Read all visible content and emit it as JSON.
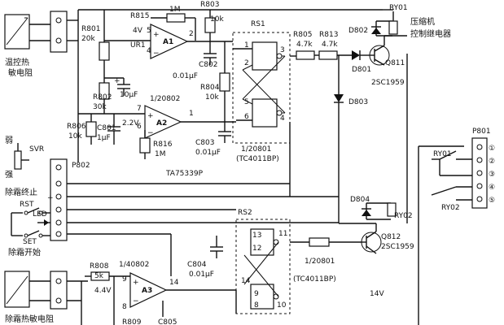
{
  "labels": {
    "r801": "R801",
    "r801v": "20k",
    "r815": "R815",
    "r815v": "1M",
    "r803": "R803",
    "r803v": "10k",
    "rs1": "RS1",
    "r805": "R805",
    "r805v": "4.7k",
    "r813": "R813",
    "r813v": "4.7k",
    "ry01": "RY01",
    "compressor": "压缩机",
    "relay_ctrl": "控制继电器",
    "d802": "D802",
    "d801": "D801",
    "q811": "Q811",
    "q811v": "2SC1959",
    "temp_thermistor_1": "温控热",
    "temp_thermistor_2": "敏电阻",
    "v4": "4V",
    "pin5": "5",
    "pin4": "4",
    "ur1": "UR1",
    "a1": "A1",
    "pin2": "2",
    "c802": "C802",
    "c802v": "0.01μF",
    "r804": "R804",
    "r804v": "10k",
    "r802": "R802",
    "r802v": "30k",
    "c10u": "10μF",
    "u2802": "1/20802",
    "pin7": "7",
    "pin6": "6",
    "pin1": "1",
    "v22": "2.2V",
    "a2": "A2",
    "r806": "R806",
    "r806v": "10k",
    "c801": "C801",
    "c801v": "1μF",
    "r816": "R816",
    "r816v": "1M",
    "c803": "C803",
    "c803v": "0.01μF",
    "ta": "TA75339P",
    "rs1_part": "1/20801",
    "rs1_ic": "(TC4011BP)",
    "rs1_p1": "1",
    "rs1_p2": "2",
    "rs1_p3": "3",
    "rs1_p4": "4",
    "rs1_p5": "5",
    "rs1_p6": "6",
    "d803": "D803",
    "weak": "弱",
    "strong": "强",
    "svr": "SVR",
    "p802": "P802",
    "defrost_end": "除霜终止",
    "rst": "RST",
    "led": "LED",
    "set": "SET",
    "defrost_start": "除霜开始",
    "rs2": "RS2",
    "d804": "D804",
    "ry02_a": "RY02",
    "q812": "Q812",
    "q812v": "2SC1959",
    "rs2_p13": "13",
    "rs2_p12": "12",
    "rs2_p11": "11",
    "rs2_p9": "9",
    "rs2_p8": "8",
    "rs2_p14": "14",
    "rs2_p10": "10",
    "c804": "C804",
    "c804v": "0.01μF",
    "rs2_part": "1/20801",
    "rs2_ic": "(TC4011BP)",
    "v14": "14V",
    "p801": "P801",
    "ry01_b": "RY01",
    "ry02_b": "RY02",
    "c1": "①",
    "c2": "②",
    "c3": "③",
    "c4": "④",
    "c5": "⑤",
    "r808": "R808",
    "r808v": "5k",
    "u4802": "1/40802",
    "v44": "4.4V",
    "pin9": "9",
    "pin8": "8",
    "a3": "A3",
    "pin14": "14",
    "r809": "R809",
    "c805": "C805",
    "defrost_thermistor": "除霜热敏电阻"
  },
  "plus_sign": "+",
  "colors": {
    "ink": "#111111",
    "paper": "#ffffff"
  }
}
